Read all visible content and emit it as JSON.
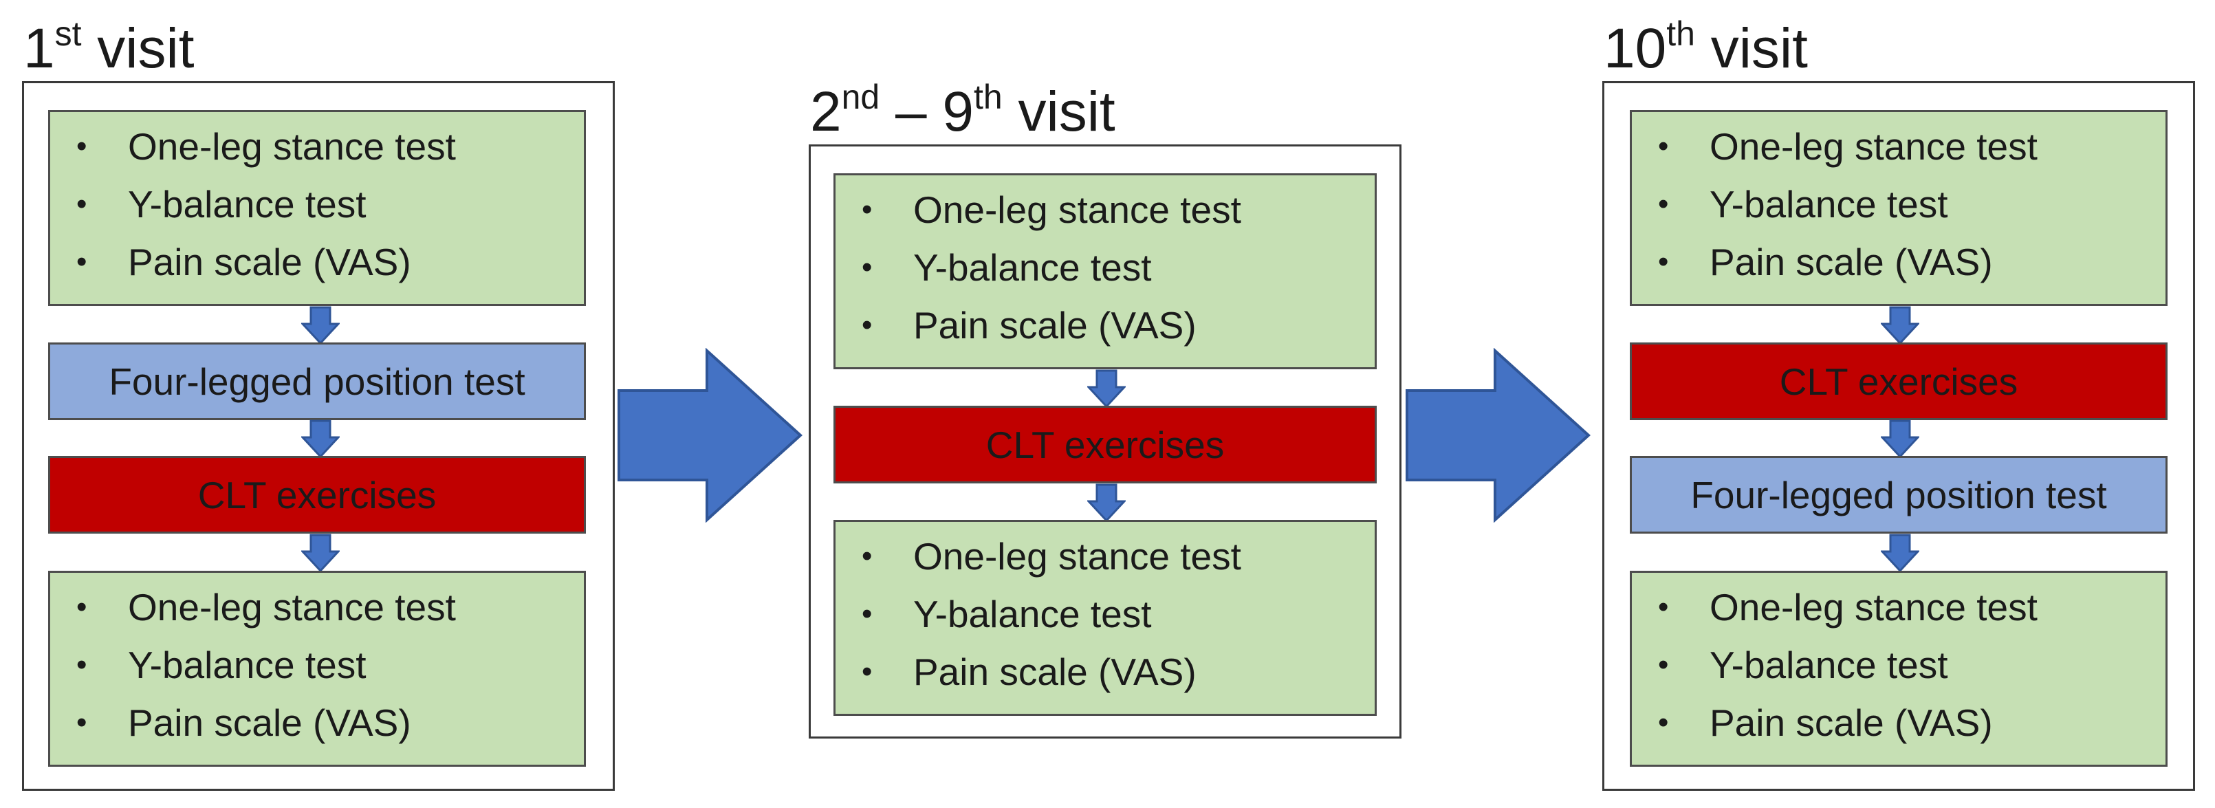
{
  "colors": {
    "test_box": "#c6e0b4",
    "position_test_bar": "#8eaadb",
    "exercise_bar": "#c00000",
    "arrow": "#4472c4",
    "arrow_stroke": "#2f5597"
  },
  "visit1": {
    "title_main": "1",
    "title_sup": "st",
    "title_rest": " visit",
    "pre_tests": [
      "One-leg stance test",
      "Y-balance test",
      "Pain scale (VAS)"
    ],
    "position_test": "Four-legged position test",
    "exercise": "CLT exercises",
    "post_tests": [
      "One-leg stance test",
      "Y-balance test",
      "Pain scale (VAS)"
    ]
  },
  "visit2_9": {
    "title_main": "2",
    "title_sup": "nd",
    "title_mid": " – 9",
    "title_sup2": "th",
    "title_rest": " visit",
    "pre_tests": [
      "One-leg stance test",
      "Y-balance test",
      "Pain scale (VAS)"
    ],
    "exercise": "CLT exercises",
    "post_tests": [
      "One-leg stance test",
      "Y-balance test",
      "Pain scale (VAS)"
    ]
  },
  "visit10": {
    "title_main": "10",
    "title_sup": "th",
    "title_rest": " visit",
    "pre_tests": [
      "One-leg stance test",
      "Y-balance test",
      "Pain scale (VAS)"
    ],
    "exercise": "CLT exercises",
    "position_test": "Four-legged position test",
    "post_tests": [
      "One-leg stance test",
      "Y-balance test",
      "Pain scale (VAS)"
    ]
  }
}
